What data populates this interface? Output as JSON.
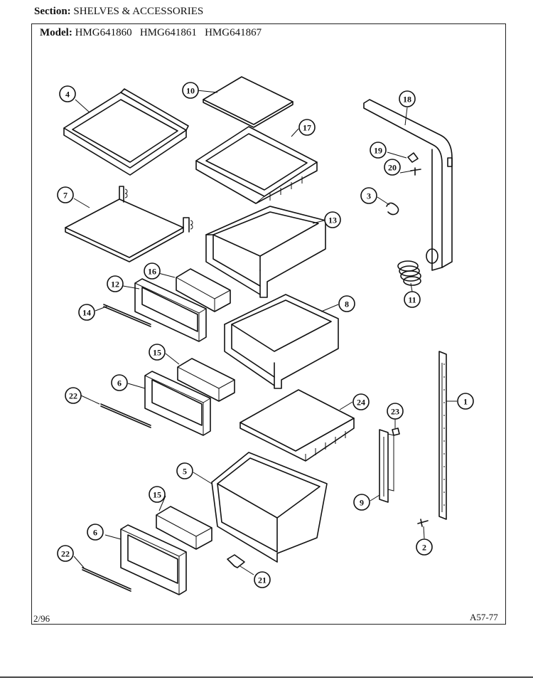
{
  "header": {
    "section_label": "Section:",
    "section_value": "SHELVES & ACCESSORIES",
    "model_label": "Model:",
    "model_value": "HMG641860   HMG641861   HMG641867"
  },
  "footer": {
    "date": "2/96",
    "page_code": "A57-77"
  },
  "callouts": [
    "4",
    "10",
    "17",
    "18",
    "19",
    "20",
    "3",
    "7",
    "13",
    "16",
    "12",
    "11",
    "14",
    "8",
    "15",
    "6",
    "22",
    "24",
    "23",
    "1",
    "5",
    "9",
    "15",
    "6",
    "2",
    "22",
    "21"
  ]
}
